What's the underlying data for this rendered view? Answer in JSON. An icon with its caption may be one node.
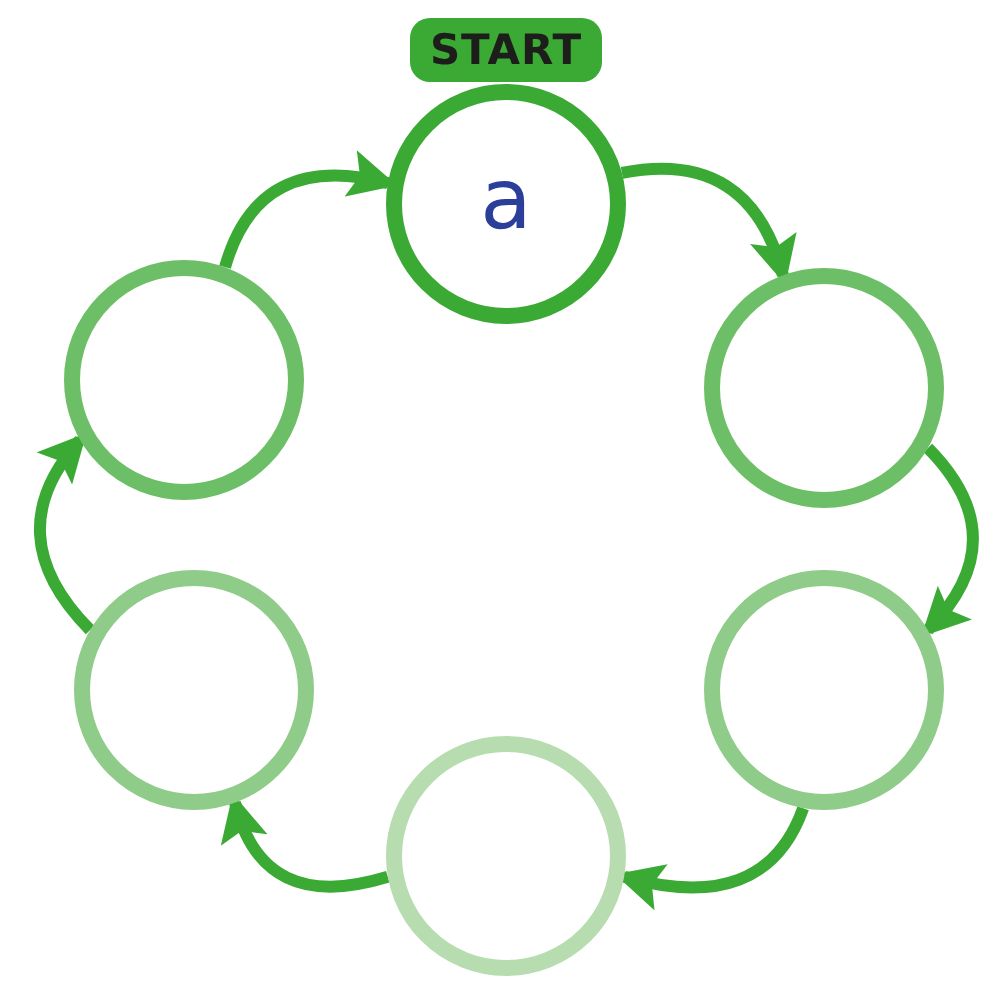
{
  "diagram": {
    "nodes": [
      {
        "text": [
          "START"
        ]
      },
      {
        "text": [
          "a"
        ]
      },
      {
        "text": [],
        "shape": "circle"
      },
      {
        "text": [],
        "shape": "circle"
      },
      {
        "text": [],
        "shape": "circle"
      },
      {
        "text": [],
        "shape": "circle"
      },
      {
        "text": [],
        "shape": "circle"
      }
    ],
    "edges": [
      {
        "from": 1,
        "to": 3,
        "arrow": "to"
      },
      {
        "from": 3,
        "to": 5,
        "arrow": "to"
      },
      {
        "from": 5,
        "to": 6,
        "arrow": "to"
      },
      {
        "from": 6,
        "to": 4,
        "arrow": "to"
      },
      {
        "from": 4,
        "to": 2,
        "arrow": "to"
      },
      {
        "from": 2,
        "to": 1,
        "arrow": "to"
      }
    ]
  }
}
